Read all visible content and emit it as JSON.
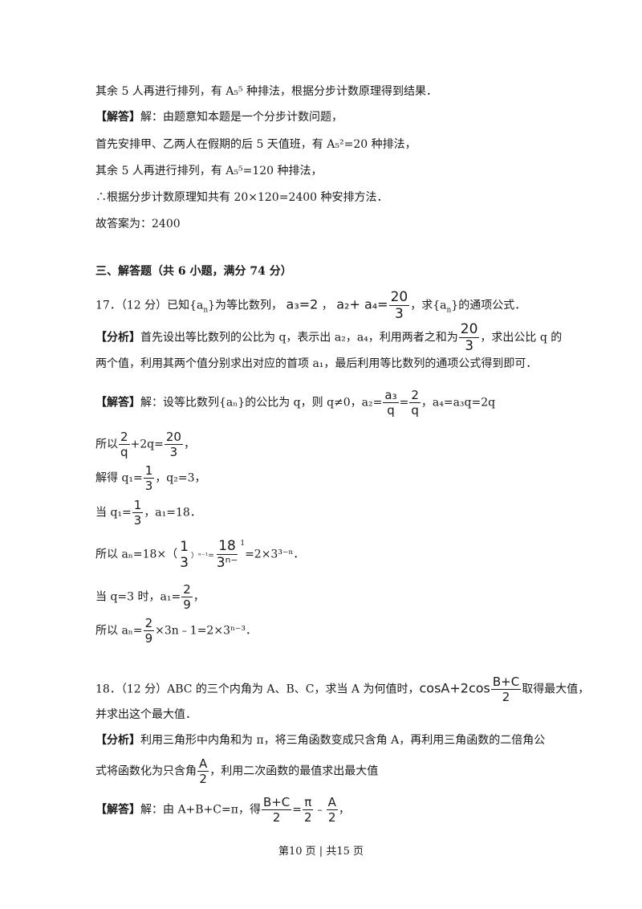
{
  "lines": {
    "l1": "其余 5 人再进行排列，有 A₅⁵ 种排法，根据分步计数原理得到结果．",
    "l2_tag": "【解答】",
    "l2_text": "解：由题意知本题是一个分步计数问题，",
    "l3": "首先安排甲、乙两人在假期的后 5 天值班，有 A₅²=20 种排法，",
    "l4": "其余 5 人再进行排列，有 A₅⁵=120 种排法，",
    "l5": "∴根据分步计数原理知共有 20×120=2400 种安排方法．",
    "l6": "故答案为：2400"
  },
  "section": {
    "title": "三、解答题（共 6 小题，满分 74 分）"
  },
  "q17": {
    "stem_a": "17．（12 分）已知{a",
    "stem_b": "}为等比数列，",
    "eq1": "a₃=2",
    "sep": "，",
    "eq2_lhs": "a₂+ a₄=",
    "eq2_num": "20",
    "eq2_den": "3",
    "stem_c": "，求{a",
    "stem_d": "}的通项公式．",
    "analysis_tag": "【分析】",
    "analysis_1": "首先设出等比数列的公比为 q，表示出 a₂，a₄，利用两者之和为",
    "analysis_num": "20",
    "analysis_den": "3",
    "analysis_2": "，求出公比 q 的",
    "analysis_3": "两个值，利用其两个值分别求出对应的首项 a₁，最后利用等比数列的通项公式得到即可．",
    "sol_tag": "【解答】",
    "sol_1": "解：设等比数列{aₙ}的公比为 q，则 q≠0，a₂=",
    "sol_1_num": "a₃",
    "sol_1_den": "q",
    "sol_1_eq": "=",
    "sol_1_num2": "2",
    "sol_1_den2": "q",
    "sol_1_tail": "，a₄=a₃q=2q",
    "s2_pre": "所以",
    "s2_num": "2",
    "s2_den": "q",
    "s2_mid": "+2q=",
    "s2_num2": "20",
    "s2_den2": "3",
    "s2_tail": "，",
    "s3_pre": "解得 q₁=",
    "s3_num": "1",
    "s3_den": "3",
    "s3_tail": "，q₂=3，",
    "s4_pre": "当 q₁=",
    "s4_num": "1",
    "s4_den": "3",
    "s4_tail": "，a₁=18．",
    "s5_pre": "所以 aₙ=18×（",
    "s5_num": "1",
    "s5_den": "3",
    "s5_exp": "）ⁿ⁻¹=",
    "s5_num2": "18",
    "s5_den2": "3ⁿ⁻",
    "s5_sup": "1",
    "s5_tail": "=2×3³⁻ⁿ．",
    "s6_pre": "当 q=3 时，a₁=",
    "s6_num": "2",
    "s6_den": "9",
    "s6_tail": "，",
    "s7_pre": "所以 aₙ=",
    "s7_num": "2",
    "s7_den": "9",
    "s7_tail": "×3n﹣1=2×3ⁿ⁻³．"
  },
  "q18": {
    "stem_a": "18．（12 分）ABC 的三个内角为 A、B、C，求当 A 为何值时，",
    "stem_eq": "cosA+2cos",
    "stem_num": "B+C",
    "stem_den": "2",
    "stem_b": "取得最大值，",
    "stem_c": "并求出这个最大值．",
    "analysis_tag": "【分析】",
    "analysis_1": "利用三角形中内角和为 π，将三角函数变成只含角 A，再利用三角函数的二倍角公",
    "analysis_2": "式将函数化为只含角",
    "analysis_num": "A",
    "analysis_den": "2",
    "analysis_3": "，利用二次函数的最值求出最大值",
    "sol_tag": "【解答】",
    "sol_1": "解：由 A+B+C=π，得",
    "sol_num1": "B+C",
    "sol_den1": "2",
    "sol_eq": "=",
    "sol_num2": "π",
    "sol_den2": "2",
    "sol_minus": "﹣",
    "sol_num3": "A",
    "sol_den3": "2",
    "sol_tail": "，"
  },
  "footer": {
    "text": "第10 页  |  共15 页"
  }
}
